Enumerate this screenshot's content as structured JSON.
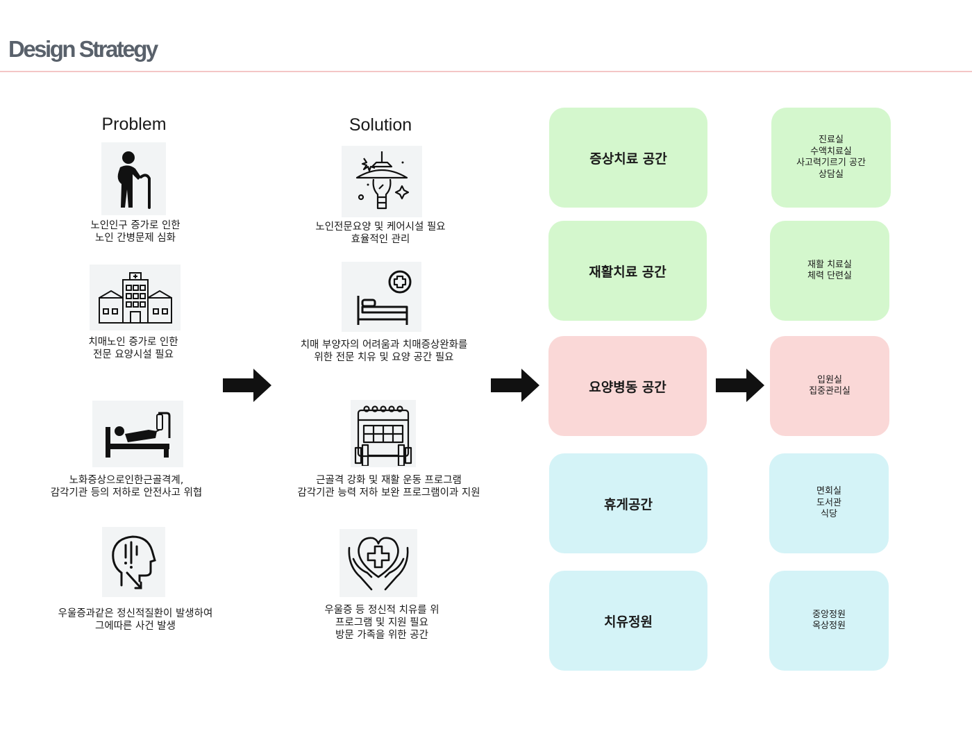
{
  "page_title": "Design Strategy",
  "problem": {
    "heading": "Problem",
    "items": [
      {
        "icon": "elderly-person-icon",
        "caption": "노인인구 증가로 인한\n노인 간병문제 심화"
      },
      {
        "icon": "hospital-building-icon",
        "caption": "치매노인 증가로 인한\n전문 요양시설 필요"
      },
      {
        "icon": "patient-bed-icon",
        "caption": "노화증상으로인한근골격계,\n감각기관 등의 저하로 안전사고 위협"
      },
      {
        "icon": "depressed-head-icon",
        "caption": "우울증과같은 정신적질환이 발생하여\n그에따른 사건 발생"
      }
    ]
  },
  "solution": {
    "heading": "Solution",
    "items": [
      {
        "icon": "lamp-idea-icon",
        "caption": "노인전문요양 및 케어시설 필요\n효율적인 관리"
      },
      {
        "icon": "medical-bed-icon",
        "caption": "치매 부양자의 어려움과 치매증상완화를\n위한 전문 치유 및 요양 공간 필요"
      },
      {
        "icon": "calendar-dumbbell-icon",
        "caption": "근골격 강화 및 재활 운동 프로그램\n감각기관 능력 저하 보완 프로그램이과 지원"
      },
      {
        "icon": "heart-hands-icon",
        "caption": "우울증 등 정신적 치유를 위\n프로그램 및 지원 필요\n방문 가족을 위한 공간"
      }
    ]
  },
  "spaces": [
    {
      "label": "증상치료 공간",
      "rooms": "진료실\n수액치료실\n사고력기르기 공간\n상담실",
      "color": "#d4f7cd"
    },
    {
      "label": "재활치료 공간",
      "rooms": "재활 치료실\n체력 단련실",
      "color": "#d4f7cd"
    },
    {
      "label": "요양병동 공간",
      "rooms": "입원실\n집중관리실",
      "color": "#fad8d7"
    },
    {
      "label": "휴게공간",
      "rooms": "면회실\n도서관\n식당",
      "color": "#d4f3f7"
    },
    {
      "label": "치유정원",
      "rooms": "중앙정원\n옥상정원",
      "color": "#d4f3f7"
    }
  ],
  "arrow_icon": "right-arrow-icon"
}
